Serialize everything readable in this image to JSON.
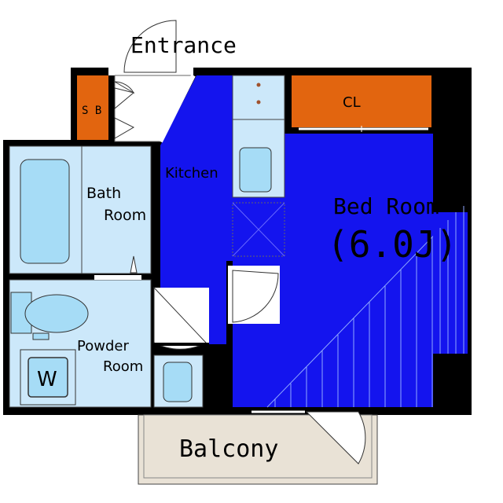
{
  "labels": {
    "entrance": "Entrance",
    "sb": "S B",
    "cl": "CL",
    "kitchen": "Kitchen",
    "bath_line1": "Bath",
    "bath_line2": "Room",
    "bedroom_line1": "Bed Room",
    "bedroom_line2": "(6.0J)",
    "powder_line1": "Powder",
    "powder_line2": "Room",
    "washer": "W",
    "balcony": "Balcony"
  },
  "colors": {
    "wall": "#000000",
    "floor_blue": "#1414ee",
    "wet_area": "#cce8fa",
    "fixture": "#a6dcf6",
    "storage": "#e2650f",
    "balcony": "#e9e2d6"
  }
}
